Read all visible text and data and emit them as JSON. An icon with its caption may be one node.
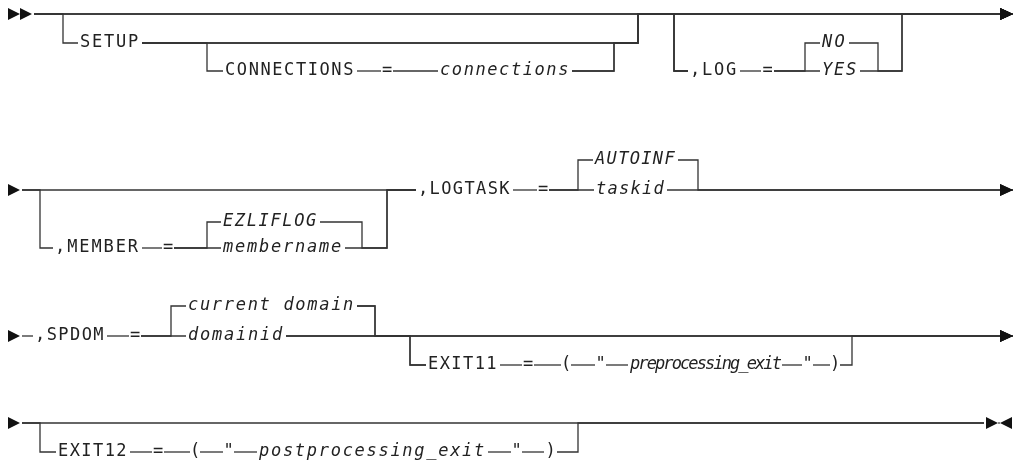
{
  "diagram": {
    "nodes": [
      {
        "text": [],
        "shape": "triangle"
      },
      {
        "text": [
          "SETUP"
        ]
      },
      {
        "text": [
          "CONNECTIONS"
        ]
      },
      {
        "text": [
          "="
        ]
      },
      {
        "text": [
          "connections"
        ]
      },
      {
        "text": [
          ",LOG"
        ]
      },
      {
        "text": [
          "="
        ]
      },
      {
        "text": [
          "NO"
        ]
      },
      {
        "text": [
          "YES"
        ]
      },
      {
        "text": [],
        "shape": "triangle"
      },
      {
        "text": [
          ",MEMBER"
        ]
      },
      {
        "text": [
          "="
        ]
      },
      {
        "text": [
          "EZLIFLOG"
        ]
      },
      {
        "text": [
          "membername"
        ]
      },
      {
        "text": [
          ",LOGTASK"
        ]
      },
      {
        "text": [
          "="
        ]
      },
      {
        "text": [
          "AUTOINF"
        ]
      },
      {
        "text": [
          "taskid"
        ]
      },
      {
        "text": [],
        "shape": "triangle"
      },
      {
        "text": [
          ",SPDOM"
        ]
      },
      {
        "text": [
          "="
        ]
      },
      {
        "text": [
          "current domain"
        ]
      },
      {
        "text": [
          "domainid"
        ]
      },
      {
        "text": [
          "EXIT11"
        ]
      },
      {
        "text": [
          "="
        ]
      },
      {
        "text": [
          "("
        ]
      },
      {
        "text": [
          "\""
        ]
      },
      {
        "text": [
          "preprocessing_exit"
        ]
      },
      {
        "text": [
          "\""
        ]
      },
      {
        "text": [
          ")"
        ]
      },
      {
        "text": [],
        "shape": "triangle"
      },
      {
        "text": [
          "EXIT12"
        ]
      },
      {
        "text": [
          "="
        ]
      },
      {
        "text": [
          "("
        ]
      },
      {
        "text": [
          "\""
        ]
      },
      {
        "text": [
          "postprocessing_exit"
        ]
      },
      {
        "text": [
          "\""
        ]
      },
      {
        "text": [
          ")"
        ]
      },
      {
        "text": [],
        "shape": "triangle"
      }
    ],
    "edges": [
      {
        "from": 0,
        "to": 1,
        "arrow": "none"
      },
      {
        "from": 0,
        "to": 5,
        "arrow": "none"
      },
      {
        "from": 0,
        "to": null,
        "arrow": "to"
      },
      {
        "from": 1,
        "to": 2,
        "arrow": "none"
      },
      {
        "from": 1,
        "to": 5,
        "arrow": "none"
      },
      {
        "from": 1,
        "to": null,
        "arrow": "to"
      },
      {
        "from": 2,
        "to": 3,
        "arrow": "none"
      },
      {
        "from": 3,
        "to": 4,
        "arrow": "none"
      },
      {
        "from": 4,
        "to": 5,
        "arrow": "none"
      },
      {
        "from": 4,
        "to": null,
        "arrow": "to"
      },
      {
        "from": 5,
        "to": 6,
        "arrow": "none"
      },
      {
        "from": 6,
        "to": 7,
        "arrow": "none"
      },
      {
        "from": 6,
        "to": 8,
        "arrow": "none"
      },
      {
        "from": 7,
        "to": null,
        "arrow": "to"
      },
      {
        "from": 8,
        "to": null,
        "arrow": "to"
      },
      {
        "from": 9,
        "to": 10,
        "arrow": "none"
      },
      {
        "from": 9,
        "to": 14,
        "arrow": "none"
      },
      {
        "from": 10,
        "to": 11,
        "arrow": "none"
      },
      {
        "from": 11,
        "to": 12,
        "arrow": "none"
      },
      {
        "from": 11,
        "to": 13,
        "arrow": "none"
      },
      {
        "from": 12,
        "to": 14,
        "arrow": "none"
      },
      {
        "from": 13,
        "to": 14,
        "arrow": "none"
      },
      {
        "from": 14,
        "to": 15,
        "arrow": "none"
      },
      {
        "from": 15,
        "to": 16,
        "arrow": "none"
      },
      {
        "from": 15,
        "to": 17,
        "arrow": "none"
      },
      {
        "from": 16,
        "to": null,
        "arrow": "to"
      },
      {
        "from": 17,
        "to": null,
        "arrow": "to"
      },
      {
        "from": 18,
        "to": 19,
        "arrow": "none"
      },
      {
        "from": 19,
        "to": 20,
        "arrow": "none"
      },
      {
        "from": 20,
        "to": 21,
        "arrow": "none"
      },
      {
        "from": 20,
        "to": 22,
        "arrow": "none"
      },
      {
        "from": 21,
        "to": null,
        "arrow": "to"
      },
      {
        "from": 21,
        "to": 23,
        "arrow": "none"
      },
      {
        "from": 22,
        "to": null,
        "arrow": "to"
      },
      {
        "from": 22,
        "to": 23,
        "arrow": "none"
      },
      {
        "from": 23,
        "to": 24,
        "arrow": "none"
      },
      {
        "from": 24,
        "to": 25,
        "arrow": "none"
      },
      {
        "from": 25,
        "to": 26,
        "arrow": "none"
      },
      {
        "from": 26,
        "to": 27,
        "arrow": "none"
      },
      {
        "from": 27,
        "to": 28,
        "arrow": "none"
      },
      {
        "from": 28,
        "to": 29,
        "arrow": "none"
      },
      {
        "from": 29,
        "to": null,
        "arrow": "to"
      },
      {
        "from": 30,
        "to": 31,
        "arrow": "none"
      },
      {
        "from": 30,
        "to": 38,
        "arrow": "none"
      },
      {
        "from": 31,
        "to": 32,
        "arrow": "none"
      },
      {
        "from": 32,
        "to": 33,
        "arrow": "none"
      },
      {
        "from": 33,
        "to": 34,
        "arrow": "none"
      },
      {
        "from": 34,
        "to": 35,
        "arrow": "none"
      },
      {
        "from": 35,
        "to": 36,
        "arrow": "none"
      },
      {
        "from": 36,
        "to": 37,
        "arrow": "none"
      },
      {
        "from": 37,
        "to": 38,
        "arrow": "none"
      }
    ]
  }
}
